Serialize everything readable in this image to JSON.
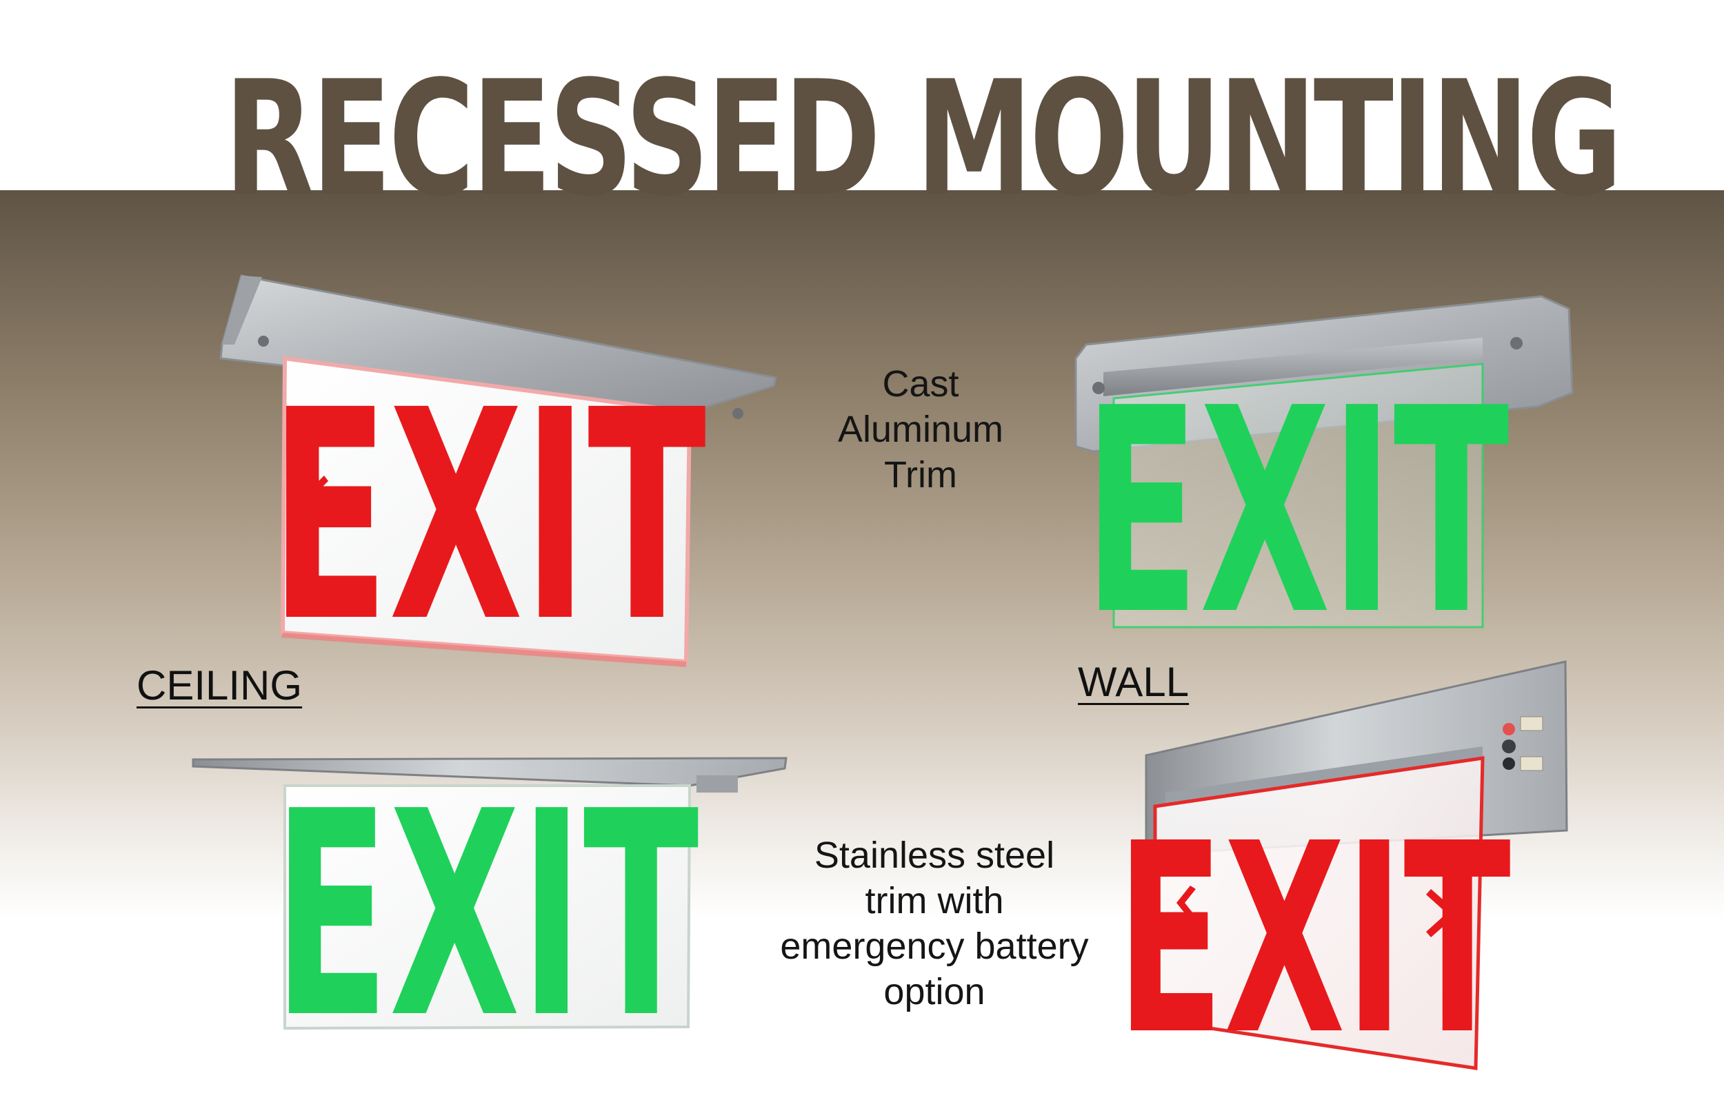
{
  "headline": "RECESSED MOUNTING",
  "captions": {
    "cast_trim": [
      "Cast",
      "Aluminum",
      "Trim"
    ],
    "steel_trim": [
      "Stainless steel",
      "trim with",
      "emergency battery",
      "option"
    ]
  },
  "mount_labels": {
    "ceiling": "CEILING",
    "wall": "WALL"
  },
  "signs": [
    {
      "text": "EXIT",
      "color": "#e8191c",
      "arrows": "left"
    },
    {
      "text": "EXIT",
      "color": "#1fd15a",
      "arrows": "none"
    },
    {
      "text": "EXIT",
      "color": "#1fd15a",
      "arrows": "none"
    },
    {
      "text": "EXIT",
      "color": "#e8191c",
      "arrows": "both"
    }
  ],
  "colors": {
    "headline": "#5e5142",
    "red_letters": "#e8191c",
    "green_letters": "#1fd15a",
    "trim": "#b9bcbf"
  }
}
